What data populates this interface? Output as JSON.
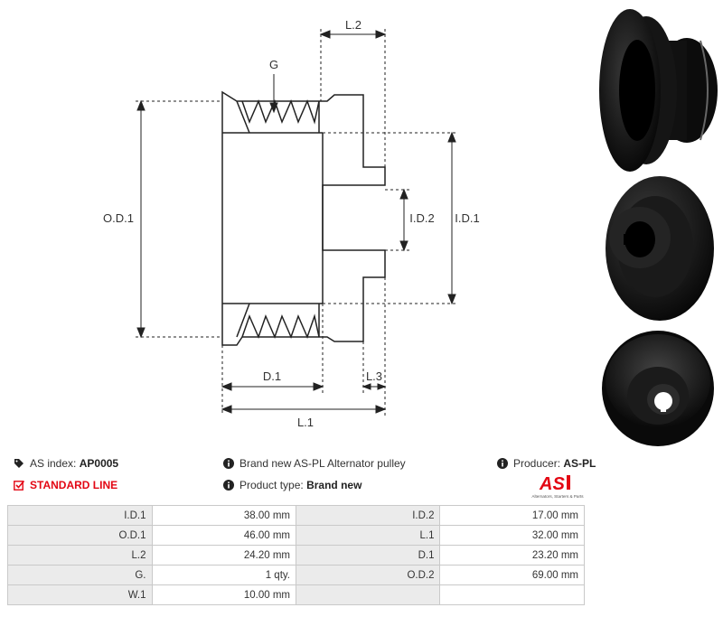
{
  "drawing": {
    "labels": {
      "g": "G",
      "l2": "L.2",
      "od1": "O.D.1",
      "id1": "I.D.1",
      "id2": "I.D.2",
      "d1": "D.1",
      "l3": "L.3",
      "l1": "L.1"
    }
  },
  "info": {
    "as_index_label": "AS index:",
    "as_index_value": "AP0005",
    "line_label": "STANDARD LINE",
    "description": "Brand new AS-PL Alternator pulley",
    "product_type_label": "Product type:",
    "product_type_value": "Brand new",
    "producer_label": "Producer:",
    "producer_value": "AS-PL",
    "logo_text": "AS",
    "logo_tagline": "Alternators, Starters & Parts"
  },
  "specs": [
    [
      "I.D.1",
      "38.00 mm",
      "I.D.2",
      "17.00 mm"
    ],
    [
      "O.D.1",
      "46.00 mm",
      "L.1",
      "32.00 mm"
    ],
    [
      "L.2",
      "24.20 mm",
      "D.1",
      "23.20 mm"
    ],
    [
      "G.",
      "1 qty.",
      "O.D.2",
      "69.00 mm"
    ],
    [
      "W.1",
      "10.00 mm",
      "",
      ""
    ]
  ],
  "colors": {
    "accent": "#e30613",
    "label_bg": "#ebebeb",
    "border": "#c9c9c9"
  }
}
